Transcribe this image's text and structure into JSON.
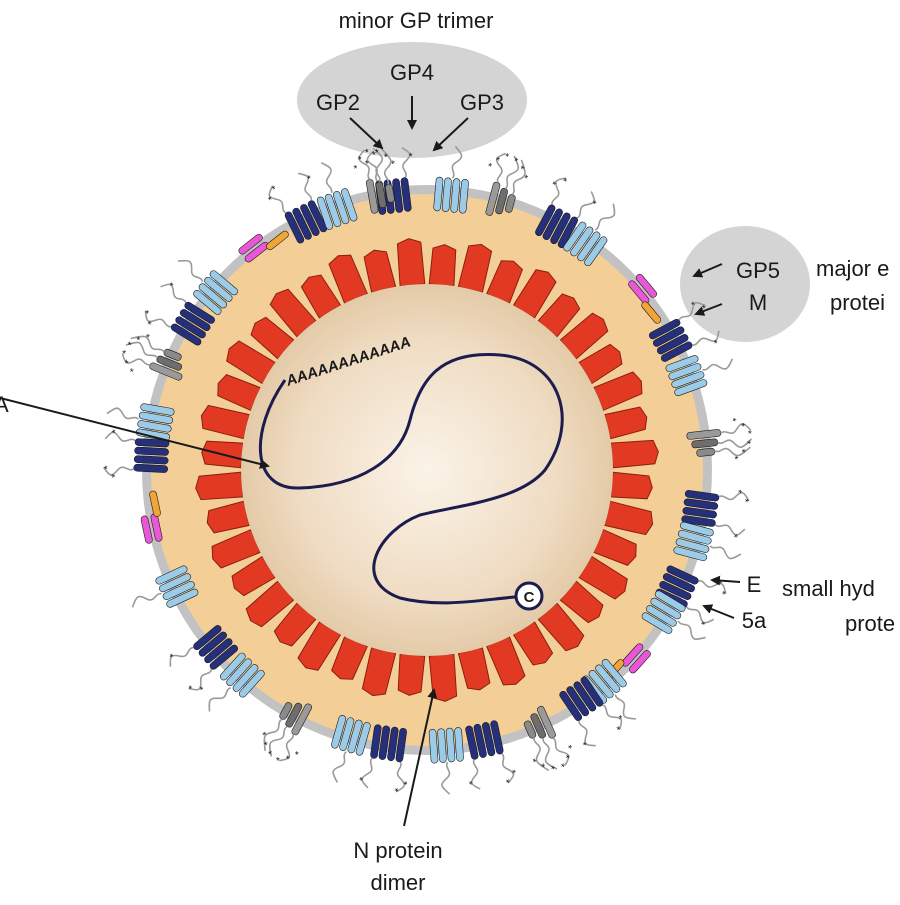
{
  "labels": {
    "minor_gp_trimer": "minor GP trimer",
    "gp2": "GP2",
    "gp4": "GP4",
    "gp3": "GP3",
    "gp5": "GP5",
    "m": "M",
    "major_envelope_line1": "major e",
    "major_envelope_line2": "protei",
    "e": "E",
    "five_a": "5a",
    "small_hydrophobic_line1": "small hyd",
    "small_hydrophobic_line2": "prote",
    "n_protein_line1": "N protein",
    "n_protein_line2": "dimer",
    "poly_a": "AAAAAAAAAAAA",
    "cap": "C",
    "cropped_left": "A"
  },
  "colors": {
    "envelope_fill": "#f3cf97",
    "envelope_rim": "#b8b8b8",
    "capsid_red": "#e23a22",
    "genome_line": "#1c1c4e",
    "gp5_dark_blue": "#26307a",
    "m_light_blue": "#9ccbe8",
    "e_magenta": "#e957d6",
    "five_a_orange": "#f2a535",
    "minor_gp_gray": "#8a8a8a",
    "callout_gray": "#d4d4d4"
  }
}
